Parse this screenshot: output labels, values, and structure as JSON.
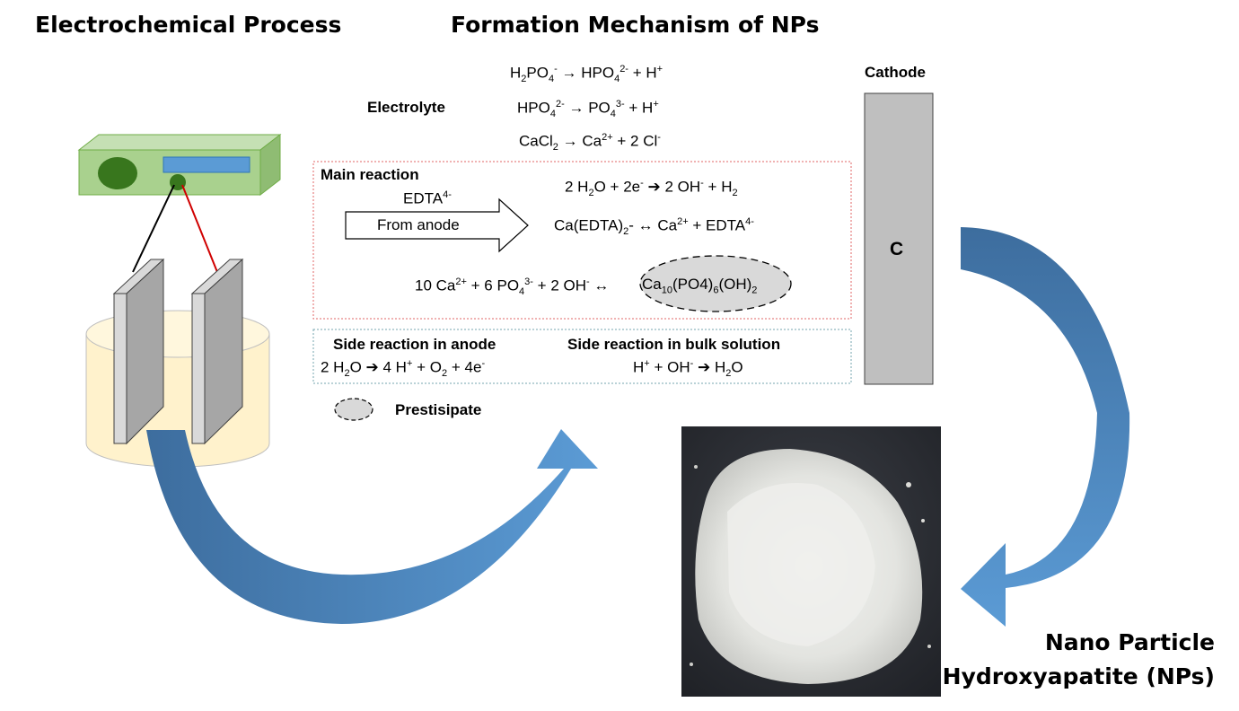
{
  "titles": {
    "left": "Electrochemical Process",
    "center": "Formation Mechanism of NPs",
    "result_line1": "Nano Particle",
    "result_line2": "Hydroxyapatite (NPs)"
  },
  "electrolyte": {
    "label": "Electrolyte",
    "eq1": {
      "a": "H",
      "a_sub": "2",
      "b": "PO",
      "b_sub": "4",
      "b_sup": "-",
      "c": " → HPO",
      "c_sub": "4",
      "c_sup": "2-",
      "d": " + H",
      "d_sup": "+"
    },
    "eq2": {
      "a": "HPO",
      "a_sub": "4",
      "a_sup": "2-",
      "b": " → PO",
      "b_sub": "4",
      "b_sup": "3-",
      "c": " + H",
      "c_sup": "+"
    },
    "eq3": {
      "a": "CaCl",
      "a_sub": "2",
      "b": " → Ca",
      "b_sup": "2+",
      "c": " + 2 Cl",
      "c_sup": "-"
    }
  },
  "main_reaction": {
    "label": "Main reaction",
    "edta": "EDTA",
    "edta_sup": "4-",
    "arrow_label": "From anode",
    "eq1": {
      "a": "2 H",
      "a_sub": "2",
      "b": "O + 2e",
      "b_sup": "-",
      "c": " ➔ 2 OH",
      "c_sup": "-",
      "d": " + H",
      "d_sub": "2"
    },
    "eq2": {
      "a": "Ca(EDTA)",
      "a_sub": "2",
      "b": "- ↔ Ca",
      "b_sup": "2+",
      "c": " + EDTA",
      "c_sup": "4-"
    },
    "eq3": {
      "a": "10 Ca",
      "a_sup": "2+",
      "b": " + 6 PO",
      "b_sub": "4",
      "b_sup": "3-",
      "c": " + 2 OH",
      "c_sup": "-",
      "d": " ↔"
    },
    "product": {
      "a": "Ca",
      "a_sub": "10",
      "b": "(PO4)",
      "b_sub": "6",
      "c": "(OH)",
      "c_sub": "2"
    }
  },
  "side_reactions": {
    "anode_label": "Side reaction in anode",
    "anode_eq": {
      "a": "2 H",
      "a_sub": "2",
      "b": "O ➔ 4 H",
      "b_sup": "+",
      "c": " + O",
      "c_sub": "2",
      "d": " + 4e",
      "d_sup": "-"
    },
    "bulk_label": "Side reaction in bulk solution",
    "bulk_eq": {
      "a": "H",
      "a_sup": "+",
      "b": " + OH",
      "b_sup": "-",
      "c": " ➔ H",
      "c_sub": "2",
      "d": "O"
    }
  },
  "legend": {
    "label": "Prestisipate"
  },
  "cathode": {
    "label": "Cathode",
    "letter": "C"
  },
  "colors": {
    "power_supply": "#a9d18e",
    "power_dial": "#38761d",
    "display": "#5b9bd5",
    "beaker": "#fff2cc",
    "electrode": "#a6a6a6",
    "cathode": "#bfbfbf",
    "main_box_border": "#e06666",
    "side_box_border": "#76a5af",
    "arrow_dark": "#3d6d9e",
    "arrow_light": "#5b9bd5",
    "wire_red": "#d00000"
  }
}
